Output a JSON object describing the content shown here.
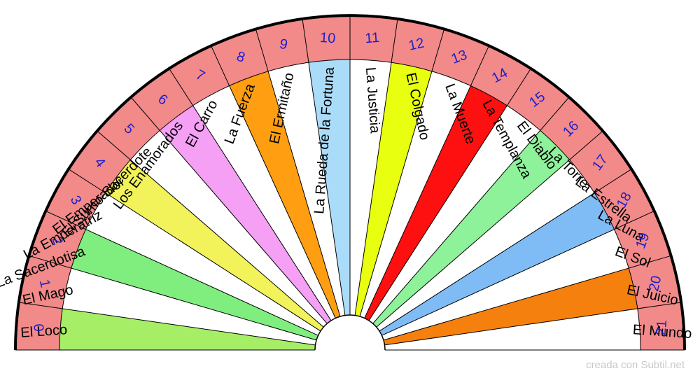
{
  "credit": "creada con Subtil.net",
  "colors": {
    "outer_ring": "#f28a8a",
    "number_text": "#1f1fcc",
    "label_text": "#000000",
    "border": "#000000"
  },
  "sectors": [
    {
      "number": "0",
      "label": "El Loco",
      "color": "#a6ee66"
    },
    {
      "number": "1",
      "label": "El Mago",
      "color": "#ffffff"
    },
    {
      "number": "2",
      "label": "La Sacerdotisa",
      "color": "#7fee7f"
    },
    {
      "number": "3",
      "label": "La Emperatriz",
      "color": "#ffffff"
    },
    {
      "number": "4",
      "label": "El Emperador",
      "color": "#f2f25a"
    },
    {
      "number": "5",
      "label": "El Sumo Sacerdote",
      "color": "#ffffff"
    },
    {
      "number": "6",
      "label": "Los Enamorados",
      "color": "#f5a0f5"
    },
    {
      "number": "7",
      "label": "El Carro",
      "color": "#ffffff"
    },
    {
      "number": "8",
      "label": "La Fuerza",
      "color": "#ff9e10"
    },
    {
      "number": "9",
      "label": "El Ermitaño",
      "color": "#ffffff"
    },
    {
      "number": "10",
      "label": "La Rueda de la Fortuna",
      "color": "#aadcfa"
    },
    {
      "number": "11",
      "label": "La Justicia",
      "color": "#ffffff"
    },
    {
      "number": "12",
      "label": "El Colgado",
      "color": "#e8ff10"
    },
    {
      "number": "13",
      "label": "La Muerte",
      "color": "#ffffff"
    },
    {
      "number": "14",
      "label": "La Templanza",
      "color": "#ff1010"
    },
    {
      "number": "15",
      "label": "El Diablo",
      "color": "#ffffff"
    },
    {
      "number": "16",
      "label": "La Torre",
      "color": "#8ef29a"
    },
    {
      "number": "17",
      "label": "La Estrella",
      "color": "#ffffff"
    },
    {
      "number": "18",
      "label": "La Luna",
      "color": "#7fbcf5"
    },
    {
      "number": "19",
      "label": "El Sol",
      "color": "#ffffff"
    },
    {
      "number": "20",
      "label": "El Juicio",
      "color": "#f5800d"
    },
    {
      "number": "21",
      "label": "El Mundo",
      "color": "#ffffff"
    }
  ]
}
